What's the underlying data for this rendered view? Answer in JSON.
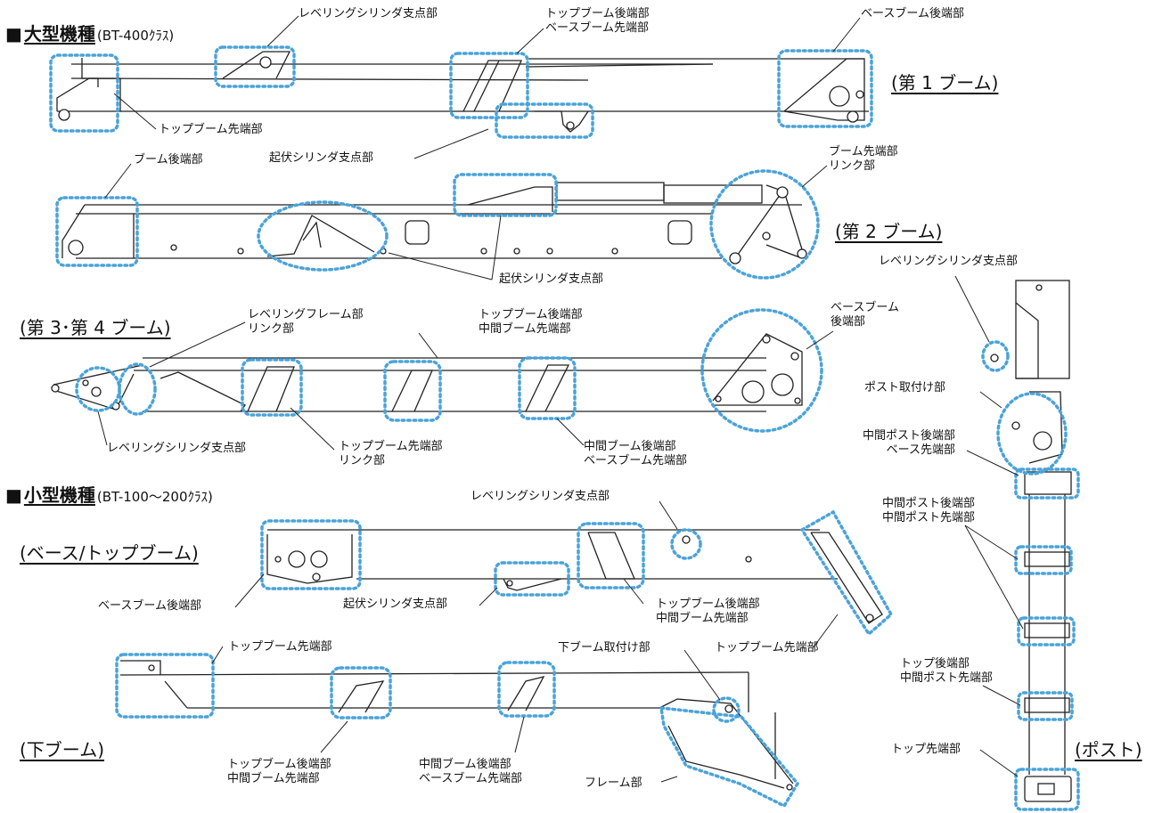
{
  "headers": {
    "large": {
      "square": "■",
      "title": "大型機種",
      "sub": "(BT-400ｸﾗｽ)"
    },
    "small": {
      "square": "■",
      "title": "小型機種",
      "sub": "(BT-100〜200ｸﾗｽ)"
    }
  },
  "sections": {
    "boom1": "(第 1 ブーム)",
    "boom2": "(第 2 ブーム)",
    "boom34": "(第 3･第 4 ブーム)",
    "base_top": "(ベース/トップブーム)",
    "lower": "(下ブーム)",
    "post": "(ポスト)"
  },
  "labels": {
    "l1": "レベリングシリンダ支点部",
    "l2a": "トップブーム後端部",
    "l2b": "ベースブーム先端部",
    "l3": "ベースブーム後端部",
    "l4": "トップブーム先端部",
    "l5": "起伏シリンダ支点部",
    "l6": "ブーム後端部",
    "l7a": "ブーム先端部",
    "l7b": "リンク部",
    "l8": "起伏シリンダ支点部",
    "l9": "レベリングシリンダ支点部",
    "l10a": "レベリングフレーム部",
    "l10b": "リンク部",
    "l11a": "トップブーム後端部",
    "l11b": "中間ブーム先端部",
    "l12a": "ベースブーム",
    "l12b": "後端部",
    "l13": "レベリングシリンダ支点部",
    "l14a": "トップブーム先端部",
    "l14b": "リンク部",
    "l15a": "中間ブーム後端部",
    "l15b": "ベースブーム先端部",
    "l16": "ポスト取付け部",
    "l17a": "中間ポスト後端部",
    "l17b": "ベース先端部",
    "l18a": "中間ポスト後端部",
    "l18b": "中間ポスト先端部",
    "l19": "レベリングシリンダ支点部",
    "l20": "ベースブーム後端部",
    "l21": "起伏シリンダ支点部",
    "l22a": "トップブーム後端部",
    "l22b": "中間ブーム先端部",
    "l23": "トップブーム先端部",
    "l24": "トップブーム先端部",
    "l25": "下ブーム取付け部",
    "l26a": "トップブーム後端部",
    "l26b": "中間ブーム先端部",
    "l27a": "中間ブーム後端部",
    "l27b": "ベースブーム先端部",
    "l28": "フレーム部",
    "l29a": "トップ後端部",
    "l29b": "中間ポスト先端部",
    "l30": "トップ先端部"
  },
  "colors": {
    "highlight": "#4aa3d9",
    "line": "#222222"
  }
}
